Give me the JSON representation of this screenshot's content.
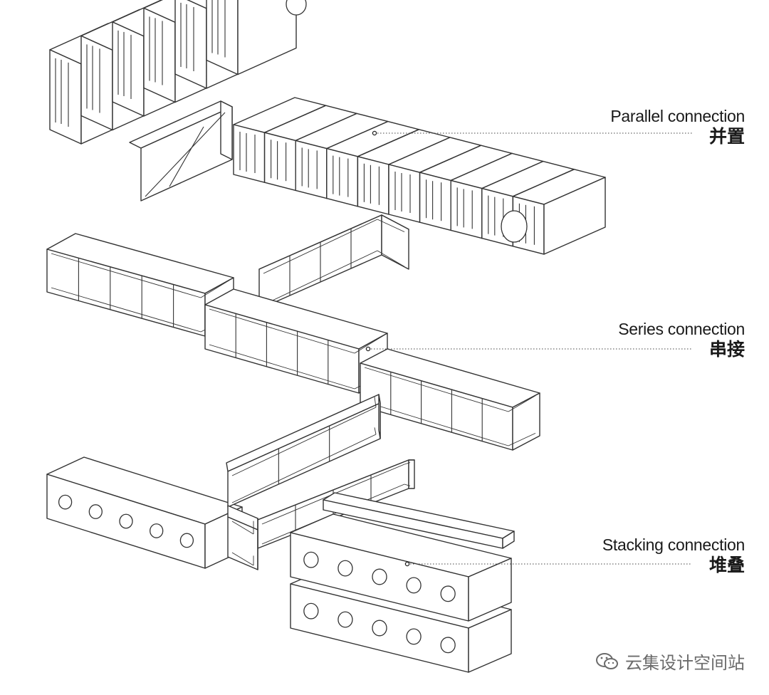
{
  "labels": {
    "parallel": {
      "en": "Parallel connection",
      "zh": "并置"
    },
    "series": {
      "en": "Series connection",
      "zh": "串接"
    },
    "stacking": {
      "en": "Stacking connection",
      "zh": "堆叠"
    }
  },
  "watermark": {
    "text": "云集设计空间站",
    "icon": "wechat-icon"
  },
  "colors": {
    "line": "#333333",
    "fill": "#ffffff",
    "text": "#1a1a1a",
    "watermark": "#6b6b6b"
  }
}
